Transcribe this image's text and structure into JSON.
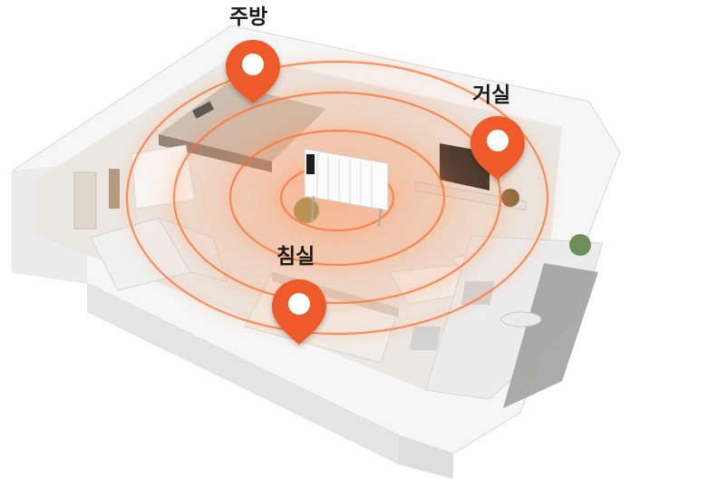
{
  "rooms": {
    "kitchen": {
      "label": "주방"
    },
    "living": {
      "label": "거실"
    },
    "bedroom": {
      "label": "침실"
    }
  },
  "colors": {
    "pin": "#ee5a2b",
    "heat_wave": "#ff6a2e",
    "heat_glow": "#ff9a5a",
    "walls": "#f4f4f4",
    "floor": "#e9e6e2"
  },
  "icons": {
    "pin": "location-pin-icon",
    "heater": "panel-heater"
  }
}
